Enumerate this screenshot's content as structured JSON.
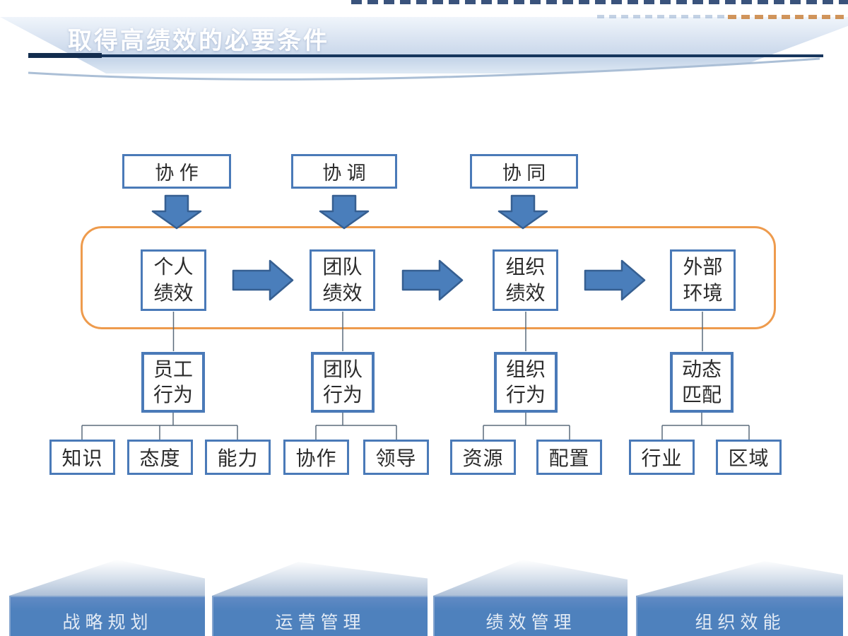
{
  "header": {
    "title": "取得高绩效的必要条件"
  },
  "diagram": {
    "condition_boxes": [
      "协 作",
      "协 调",
      "协 同"
    ],
    "chain_boxes": [
      "个人\n绩效",
      "团队\n绩效",
      "组织\n绩效",
      "外部\n环境"
    ],
    "behavior_boxes": [
      "员工\n行为",
      "团队\n行为",
      "组织\n行为",
      "动态\n匹配"
    ],
    "factor_boxes": [
      "知识",
      "态度",
      "能力",
      "协作",
      "领导",
      "资源",
      "配置",
      "行业",
      "区域"
    ]
  },
  "footer": {
    "panels": [
      "战略规划",
      "运营管理",
      "绩效管理",
      "组织效能"
    ]
  },
  "colors": {
    "box_border_blue": "#4a7ab8",
    "arrow_fill": "#4a7ebb",
    "arrow_outline": "#365f91",
    "container_orange": "#ee9b4d",
    "panel_blue": "#4e81bd",
    "header_line_navy": "#17365d",
    "connector_gray": "#5b6b7b"
  }
}
